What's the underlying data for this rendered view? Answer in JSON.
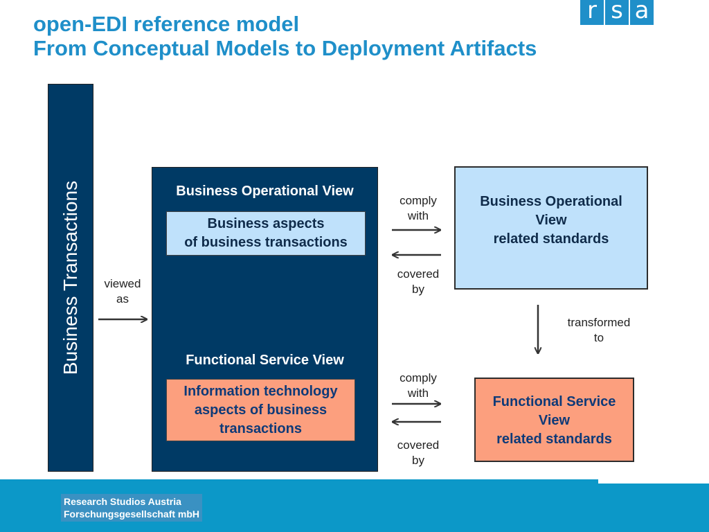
{
  "header": {
    "title_line1": "open-EDI reference model",
    "title_line2": "From Conceptual Models to Deployment Artifacts",
    "logo": [
      "r",
      "s",
      "a"
    ]
  },
  "diagram": {
    "left_column_label": "Business Transactions",
    "viewed_as": [
      "viewed",
      "as"
    ],
    "bov_heading": "Business Operational View",
    "bov_inner": [
      "Business aspects",
      "of business transactions"
    ],
    "fsv_heading": "Functional Service View",
    "fsv_inner": [
      "Information technology",
      "aspects of business",
      "transactions"
    ],
    "comply_with_top": [
      "comply",
      "with"
    ],
    "covered_by_top": [
      "covered",
      "by"
    ],
    "comply_with_bottom": [
      "comply",
      "with"
    ],
    "covered_by_bottom": [
      "covered",
      "by"
    ],
    "bov_standards": [
      "Business Operational",
      "View",
      "related standards"
    ],
    "transformed_to": [
      "transformed",
      "to"
    ],
    "fsv_standards": [
      "Functional Service",
      "View",
      "related standards"
    ]
  },
  "footer": {
    "line1": "Research Studios Austria",
    "line2": "Forschungsgesellschaft mbH"
  },
  "colors": {
    "title_blue": "#1f8fc9",
    "navy": "#003a65",
    "light_blue": "#bfe1fb",
    "salmon": "#fc9f7e",
    "footer_blue": "#0c98c8"
  }
}
